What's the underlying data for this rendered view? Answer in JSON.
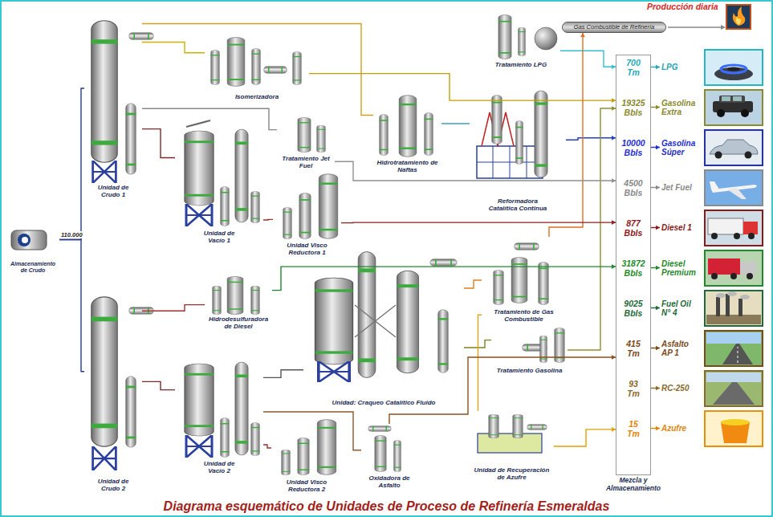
{
  "diagram": {
    "title": "Diagrama esquemático de Unidades de Proceso de Refinería Esmeraldas",
    "nodes": [
      {
        "text": [
          "Gas Combustible de Refinería"
        ]
      },
      {
        "text": [
          "Almacenamiento de Crudo"
        ]
      },
      {
        "text": [
          "Unidad de Crudo 1"
        ]
      },
      {
        "text": [
          "Isomerizadora"
        ]
      },
      {
        "text": [
          "Unidad de Vacío 1"
        ]
      },
      {
        "text": [
          "Tratamiento Jet Fuel"
        ]
      },
      {
        "text": [
          "Hidrotratamiento de Naftas"
        ]
      },
      {
        "text": [
          "Tratamiento LPG"
        ]
      },
      {
        "text": [
          "Reformadora Catalítica Continua"
        ]
      },
      {
        "text": [
          "Unidad Visco Reductora 1"
        ]
      },
      {
        "text": [
          "Hidrodesulfuradora de Diesel"
        ]
      },
      {
        "text": [
          "Unidad: Craqueo Catalítico Fluido"
        ]
      },
      {
        "text": [
          "Tratamiento de Gas Combustible"
        ]
      },
      {
        "text": [
          "Tratamiento Gasolina"
        ]
      },
      {
        "text": [
          "Unidad de Crudo 2"
        ]
      },
      {
        "text": [
          "Unidad de Vacío 2"
        ]
      },
      {
        "text": [
          "Unidad Visco Reductora 2"
        ]
      },
      {
        "text": [
          "Oxidadora de Asfalto"
        ]
      },
      {
        "text": [
          "Unidad de Recuperación de Azufre"
        ]
      },
      {
        "text": [
          "Mezcla y Almacenamiento",
          "700 Tm",
          "19325 Bbls",
          "10000 Bbls",
          "4500 Bbls",
          "877 Bbls",
          "31872 Bbls",
          "9025 Bbls",
          "415 Tm",
          "93 Tm",
          "15 Tm"
        ]
      },
      {
        "text": [
          "LPG"
        ]
      },
      {
        "text": [
          "Gasolina Extra"
        ]
      },
      {
        "text": [
          "Gasolina Súper"
        ]
      },
      {
        "text": [
          "Jet Fuel"
        ]
      },
      {
        "text": [
          "Diesel 1"
        ]
      },
      {
        "text": [
          "Diesel Premium"
        ]
      },
      {
        "text": [
          "Fuel Oil N° 4"
        ]
      },
      {
        "text": [
          "Asfalto AP 1"
        ]
      },
      {
        "text": [
          "RC-250"
        ]
      },
      {
        "text": [
          "Azufre"
        ]
      }
    ],
    "edges": [
      {
        "from": 1,
        "to": 2,
        "arrow": "none",
        "label": "110.000"
      },
      {
        "from": 1,
        "to": 14,
        "arrow": "none"
      },
      {
        "from": 2,
        "to": 3,
        "arrow": "none"
      },
      {
        "from": 2,
        "to": 4,
        "arrow": "none"
      },
      {
        "from": 2,
        "to": 5,
        "arrow": "none"
      },
      {
        "from": 2,
        "to": 6,
        "arrow": "none"
      },
      {
        "from": 4,
        "to": 9,
        "arrow": "none"
      },
      {
        "from": 14,
        "to": 10,
        "arrow": "none"
      },
      {
        "from": 14,
        "to": 15,
        "arrow": "none"
      },
      {
        "from": 15,
        "to": 16,
        "arrow": "none"
      },
      {
        "from": 15,
        "to": 11,
        "arrow": "none"
      },
      {
        "from": 15,
        "to": 17,
        "arrow": "none"
      },
      {
        "from": 6,
        "to": 8,
        "arrow": "none"
      },
      {
        "from": 8,
        "to": 19,
        "arrow": "to"
      },
      {
        "from": 3,
        "to": 19,
        "arrow": "to"
      },
      {
        "from": 7,
        "to": 19,
        "arrow": "to"
      },
      {
        "from": 11,
        "to": 12,
        "arrow": "none"
      },
      {
        "from": 11,
        "to": 13,
        "arrow": "none"
      },
      {
        "from": 13,
        "to": 19,
        "arrow": "to"
      },
      {
        "from": 12,
        "to": 0,
        "arrow": "to"
      },
      {
        "from": 12,
        "to": 18,
        "arrow": "none"
      },
      {
        "from": 18,
        "to": 19,
        "arrow": "to"
      },
      {
        "from": 17,
        "to": 19,
        "arrow": "to"
      },
      {
        "from": 9,
        "to": 19,
        "arrow": "to"
      },
      {
        "from": 10,
        "to": 19,
        "arrow": "to"
      },
      {
        "from": 5,
        "to": 19,
        "arrow": "to"
      },
      {
        "from": 19,
        "to": 20,
        "arrow": "to"
      },
      {
        "from": 19,
        "to": 21,
        "arrow": "to"
      },
      {
        "from": 19,
        "to": 22,
        "arrow": "to"
      },
      {
        "from": 19,
        "to": 23,
        "arrow": "to"
      },
      {
        "from": 19,
        "to": 24,
        "arrow": "to"
      },
      {
        "from": 19,
        "to": 25,
        "arrow": "to"
      },
      {
        "from": 19,
        "to": 26,
        "arrow": "to"
      },
      {
        "from": 19,
        "to": 27,
        "arrow": "to"
      },
      {
        "from": 19,
        "to": 28,
        "arrow": "to"
      },
      {
        "from": 19,
        "to": 29,
        "arrow": "to"
      }
    ],
    "labels": [
      "Producción diaria"
    ]
  }
}
